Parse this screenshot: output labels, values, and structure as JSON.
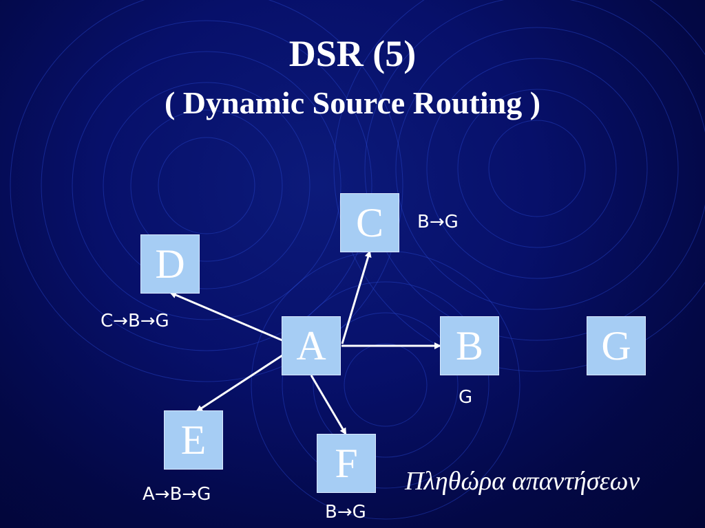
{
  "title": "DSR (5)",
  "subtitle": "( Dynamic Source Routing )",
  "nodes": {
    "A": "A",
    "B": "B",
    "C": "C",
    "D": "D",
    "E": "E",
    "F": "F",
    "G": "G"
  },
  "routes": {
    "C": "B→G",
    "D": "C→B→G",
    "B": "G",
    "E": "A→B→G",
    "F": "B→G"
  },
  "caption": "Πληθώρα απαντήσεων",
  "colors": {
    "background": "#06106a",
    "node_fill": "#a6cdf4",
    "text": "#ffffff",
    "arrow": "#ffffff"
  }
}
